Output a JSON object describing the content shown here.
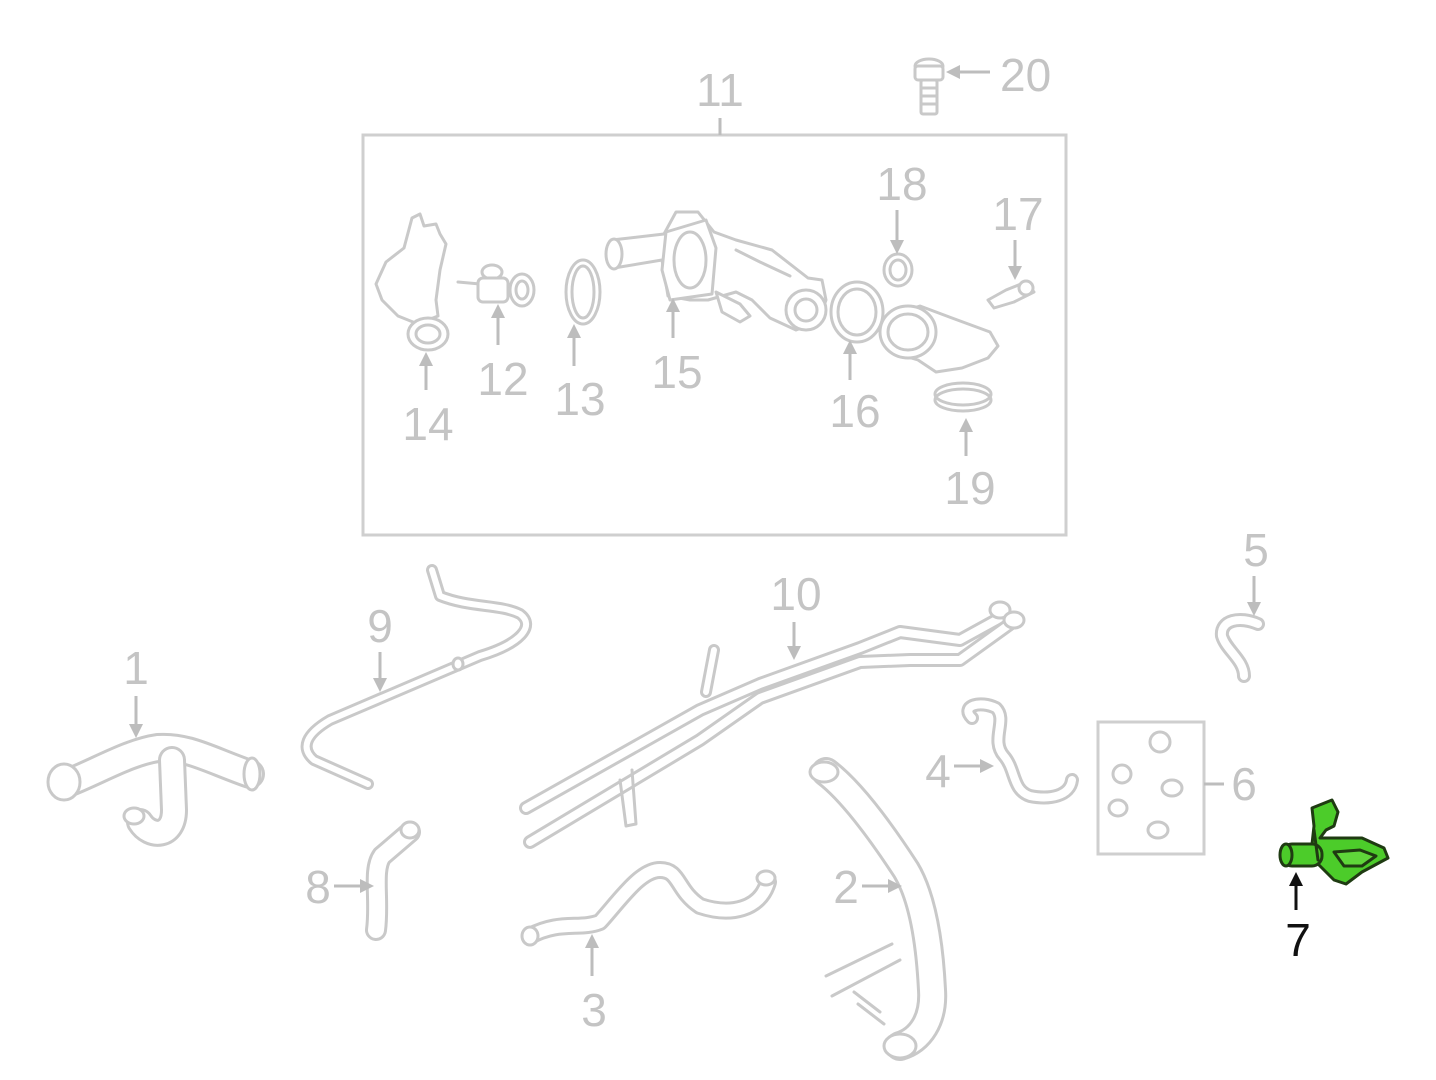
{
  "diagram": {
    "highlighted_part": "7",
    "highlight_color": "#4ccc2a",
    "outline_color": "#c9c9c9",
    "label_color": "#c4c4c4",
    "active_label_color": "#111111"
  },
  "callouts": {
    "c1": "1",
    "c2": "2",
    "c3": "3",
    "c4": "4",
    "c5": "5",
    "c6": "6",
    "c7": "7",
    "c8": "8",
    "c9": "9",
    "c10": "10",
    "c11": "11",
    "c12": "12",
    "c13": "13",
    "c14": "14",
    "c15": "15",
    "c16": "16",
    "c17": "17",
    "c18": "18",
    "c19": "19",
    "c20": "20"
  }
}
